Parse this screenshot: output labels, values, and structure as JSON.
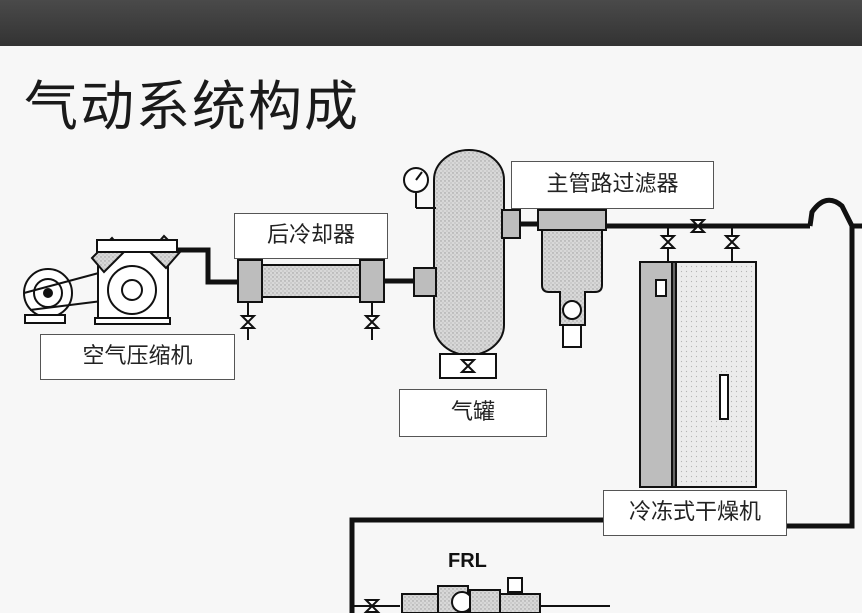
{
  "title": "气动系统构成",
  "labels": {
    "compressor": "空气压缩机",
    "aftercooler": "后冷却器",
    "tank": "气罐",
    "main_filter": "主管路过滤器",
    "dryer": "冷冻式干燥机",
    "frl": "FRL"
  },
  "colors": {
    "header": "#3a3a3a",
    "pipe": "#111111",
    "equipment_fill": "#cfcfcf"
  }
}
